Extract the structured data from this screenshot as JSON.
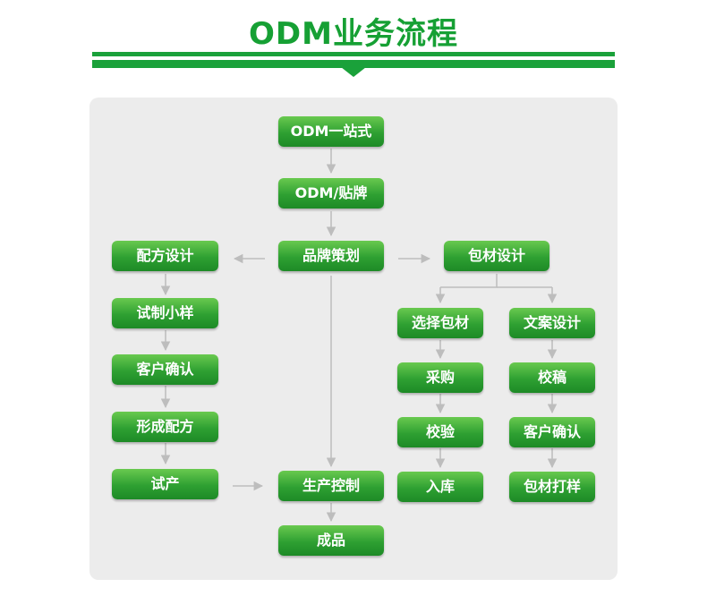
{
  "title": "ODM业务流程",
  "colors": {
    "accent": "#1aa13a",
    "panel": "#ececec",
    "arrow": "#bdbdbd"
  },
  "nodes": {
    "odm_one_stop": "ODM一站式",
    "odm_oem": "ODM/贴牌",
    "brand_planning": "品牌策划",
    "formula_design": "配方设计",
    "trial_sample": "试制小样",
    "customer_confirm_left": "客户确认",
    "finalize_formula": "形成配方",
    "trial_production": "试产",
    "production_control": "生产控制",
    "finished_product": "成品",
    "packaging_design": "包材设计",
    "select_packaging": "选择包材",
    "copywriting_design": "文案设计",
    "purchasing": "采购",
    "proofreading": "校稿",
    "inspection": "校验",
    "customer_confirm_right": "客户确认",
    "warehousing": "入库",
    "packaging_proofing": "包材打样"
  }
}
